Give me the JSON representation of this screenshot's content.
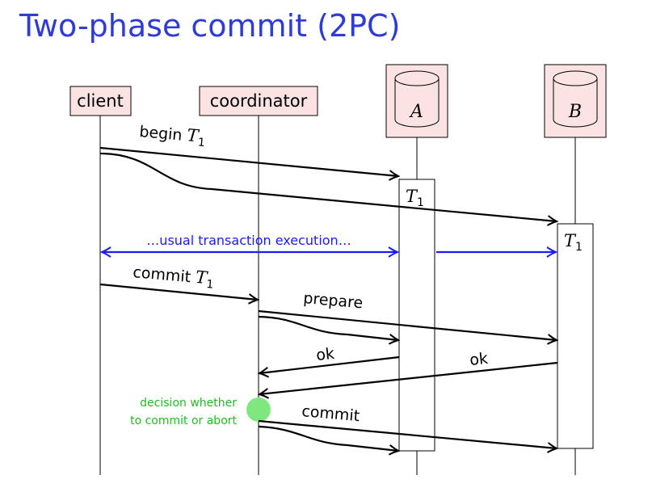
{
  "title": "Two-phase commit (2PC)",
  "participants": {
    "client": "client",
    "coordinator": "coordinator",
    "db_a": "A",
    "db_b": "B"
  },
  "messages": {
    "begin": "begin",
    "commit_client": "commit",
    "prepare": "prepare",
    "ok_a": "ok",
    "ok_b": "ok",
    "commit_coord": "commit",
    "usual_execution": "…usual transaction execution…"
  },
  "transactions": {
    "a": "T",
    "b": "T",
    "subscript": "1"
  },
  "decision_note": {
    "line1": "decision whether",
    "line2": "to commit or abort"
  },
  "colors": {
    "title": "#2f3bd6",
    "participant_fill": "#fbe3e3",
    "execution_arrow": "#1a1aff",
    "decision": "#22bb22",
    "decision_dot": "#7ee87e"
  }
}
